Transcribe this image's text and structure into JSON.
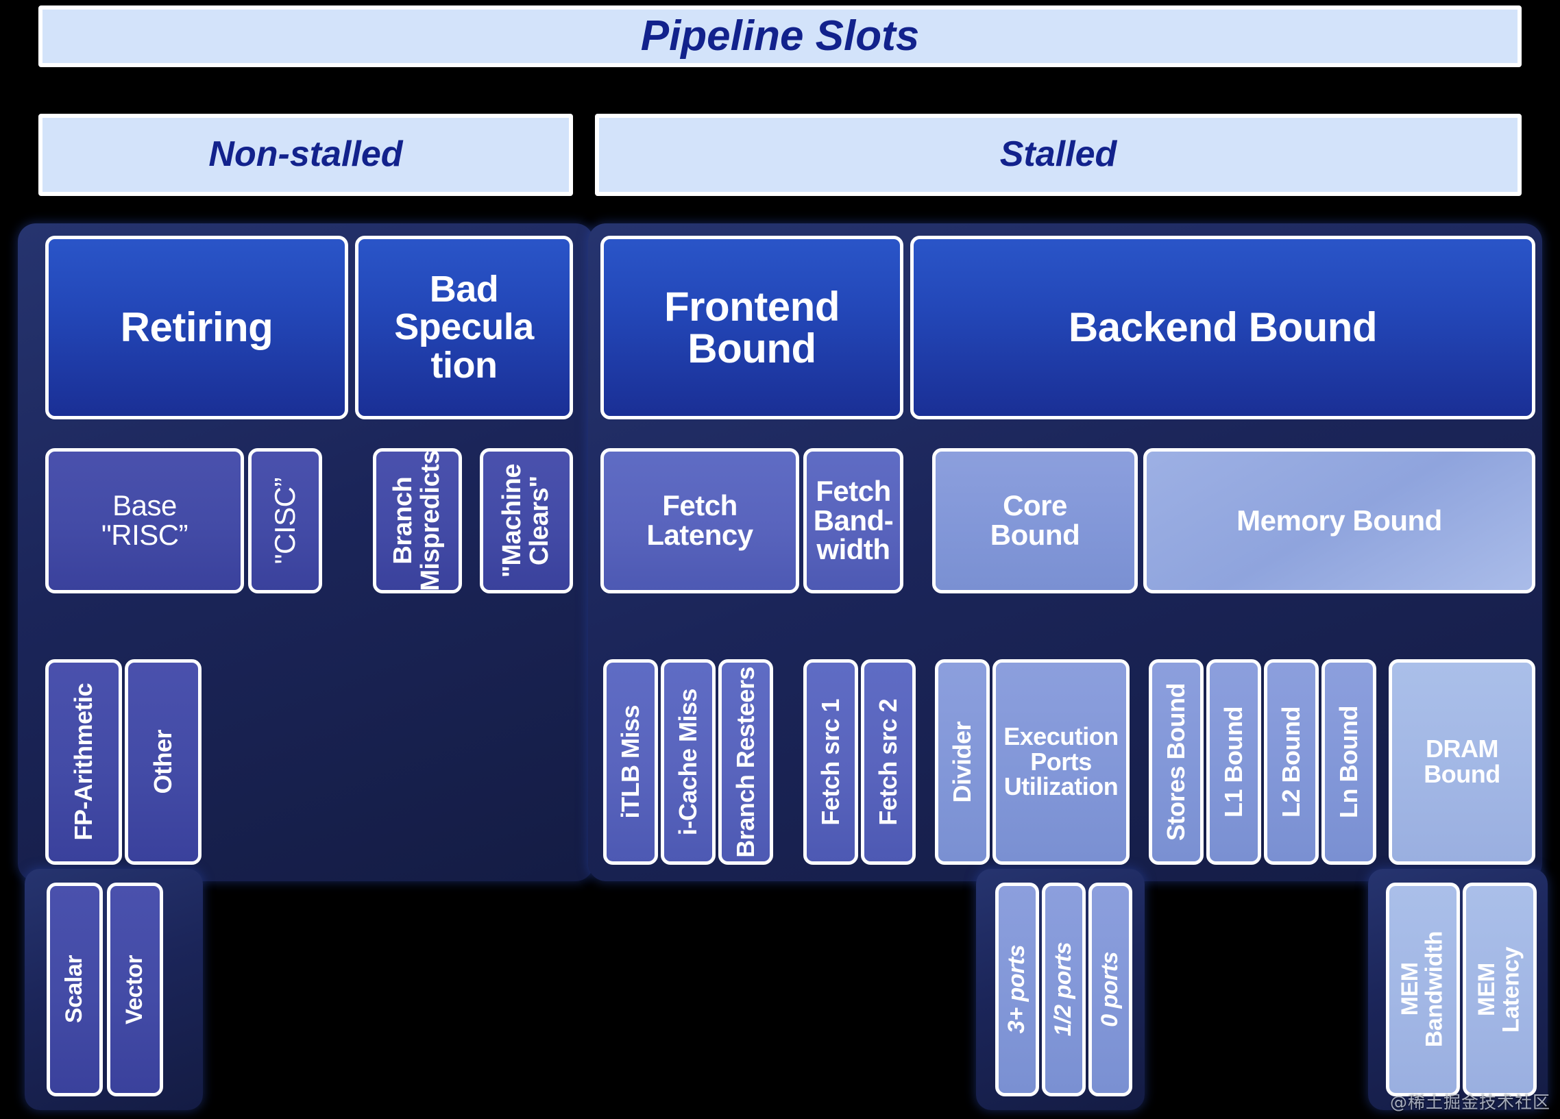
{
  "root": {
    "label": "Pipeline Slots"
  },
  "level1": [
    {
      "label": "Non-stalled"
    },
    {
      "label": "Stalled"
    }
  ],
  "level2": [
    {
      "label": "Retiring"
    },
    {
      "label": "Bad\nSpecula\ntion"
    },
    {
      "label": "Frontend\nBound"
    },
    {
      "label": "Backend Bound"
    }
  ],
  "level3": [
    {
      "label": "Base\n\"RISC”"
    },
    {
      "label": "\"CISC”"
    },
    {
      "label": "Branch\nMispredicts"
    },
    {
      "label": "\"Machine\nClears\""
    },
    {
      "label": "Fetch\nLatency"
    },
    {
      "label": "Fetch\nBand-\nwidth"
    },
    {
      "label": "Core\nBound"
    },
    {
      "label": "Memory Bound"
    }
  ],
  "level4": [
    {
      "label": "FP-Arithmetic"
    },
    {
      "label": "Other"
    },
    {
      "label": "iTLB Miss"
    },
    {
      "label": "i-Cache Miss"
    },
    {
      "label": "Branch Resteers"
    },
    {
      "label": "Fetch src 1"
    },
    {
      "label": "Fetch src 2"
    },
    {
      "label": "Divider"
    },
    {
      "label": "Execution\nPorts\nUtilization"
    },
    {
      "label": "Stores Bound"
    },
    {
      "label": "L1 Bound"
    },
    {
      "label": "L2 Bound"
    },
    {
      "label": "Ln Bound"
    },
    {
      "label": "DRAM\nBound"
    }
  ],
  "level5": [
    {
      "label": "Scalar"
    },
    {
      "label": "Vector"
    },
    {
      "label": "3+ ports"
    },
    {
      "label": "1/2 ports"
    },
    {
      "label": "0 ports"
    },
    {
      "label": "MEM\nBandwidth"
    },
    {
      "label": "MEM\nLatency"
    }
  ],
  "watermark": {
    "label": "@稀土掘金技术社区"
  },
  "colors": {
    "background": "#000000",
    "header_fill": "#d3e3fa",
    "header_text": "#12228c",
    "tier2": "#2347b8",
    "tier3": "#5964bd",
    "tier3_dark": "#434ba6",
    "tier4": "#8297d8",
    "tier5": "#a2b7e5",
    "border": "#ffffff",
    "shell": "#1b2559"
  }
}
